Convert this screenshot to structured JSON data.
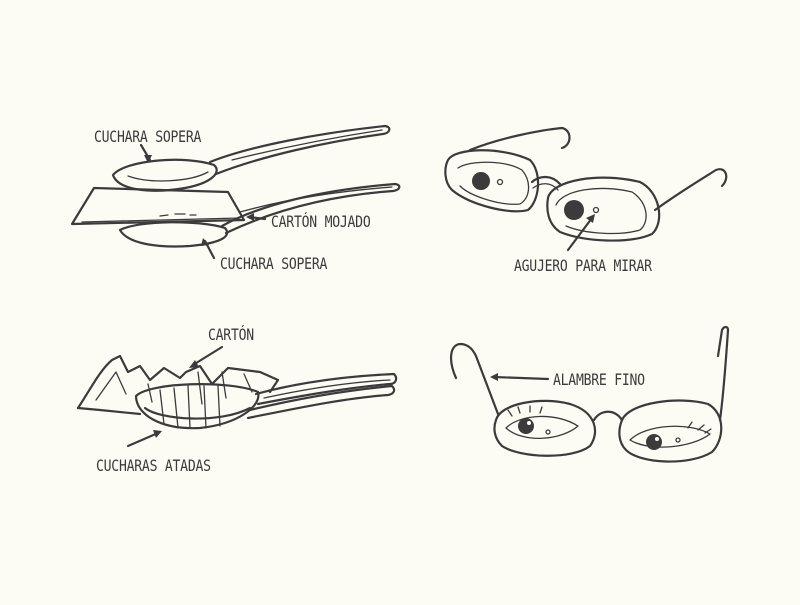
{
  "panels": {
    "spoon_press": {
      "label_top": "CUCHARA SOPERA",
      "label_middle": "CARTÓN MOJADO",
      "label_bottom": "CUCHARA SOPERA"
    },
    "eye_cups": {
      "label": "AGUJERO PARA MIRAR"
    },
    "tied_spoons": {
      "label_top": "CARTÓN",
      "label_bottom": "CUCHARAS ATADAS"
    },
    "wire_glasses": {
      "label": "ALAMBRE FINO"
    }
  },
  "colors": {
    "ink": "#3b3b3b",
    "background": "#fcfbf4"
  }
}
